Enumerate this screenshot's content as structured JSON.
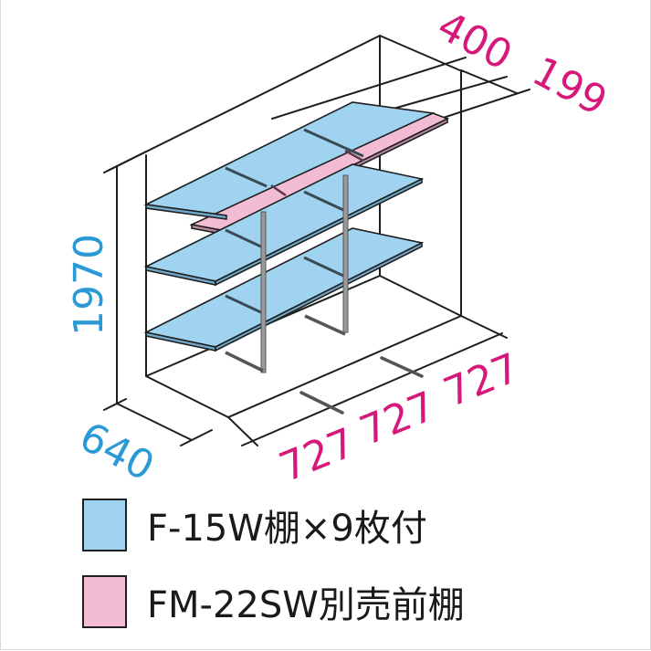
{
  "colors": {
    "standard_shelf": "#9fd3f0",
    "front_shelf": "#f2bdd4",
    "height_depth_dim": "#2a9ad6",
    "width_dim": "#d6187a",
    "lines": "#1e1e1e",
    "post": "#8a8a8a"
  },
  "dimensions": {
    "height": "1970",
    "depth": "640",
    "widths": [
      "727",
      "727",
      "727"
    ],
    "shelf_depth": "400",
    "front_shelf_depth": "199"
  },
  "legend": [
    {
      "swatch": "light-blue",
      "label": "F-15W棚×9枚付"
    },
    {
      "swatch": "pink",
      "label": "FM-22SW別売前棚"
    }
  ]
}
